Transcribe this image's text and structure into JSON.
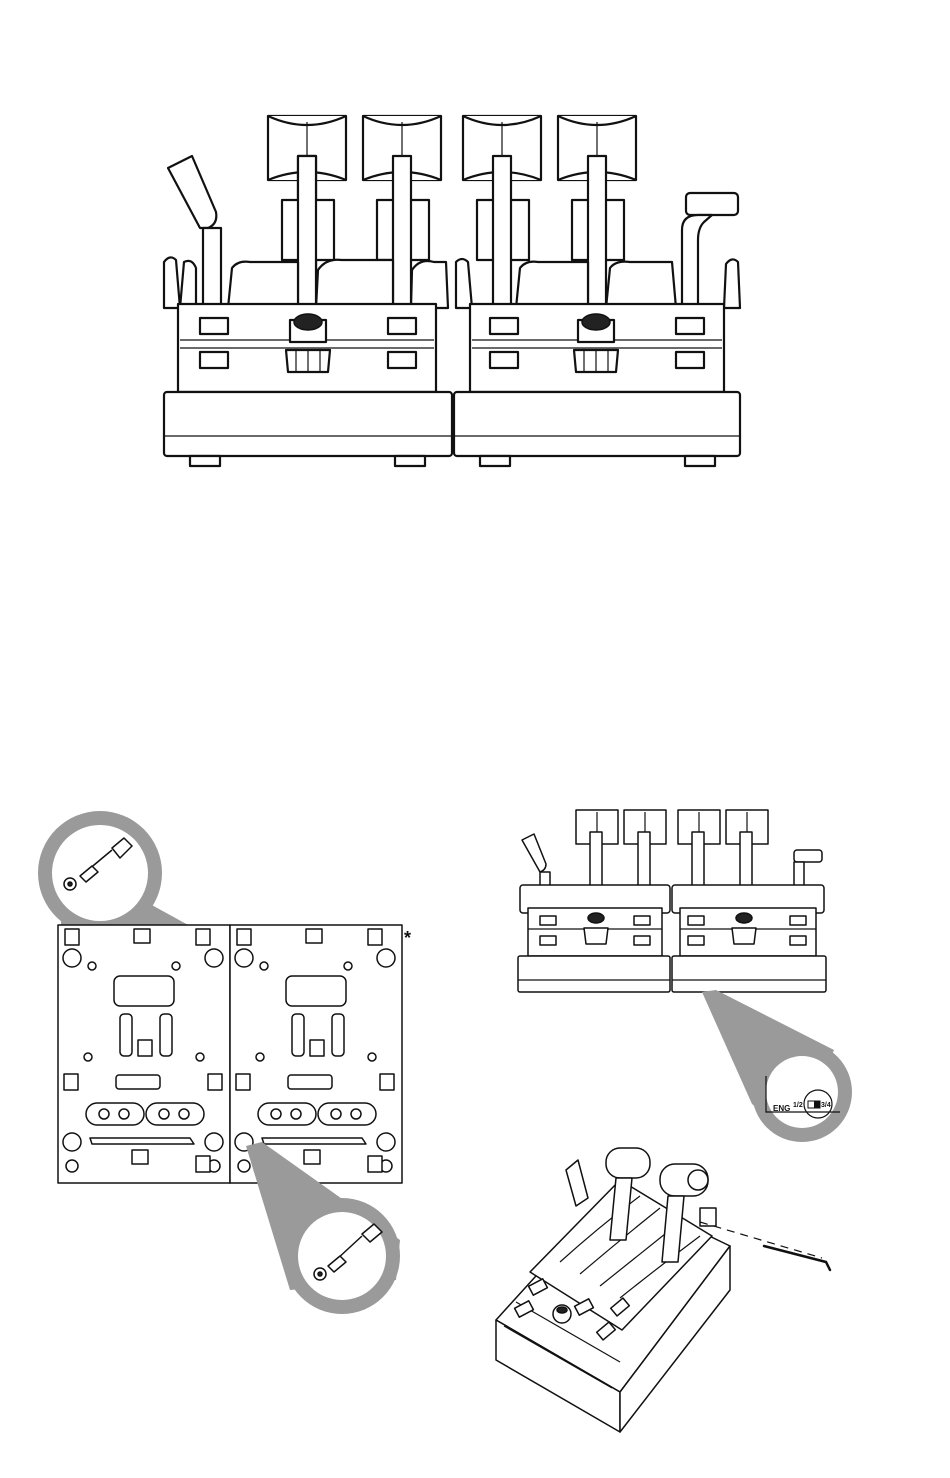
{
  "figure": {
    "asterisk": "*",
    "switch_labels": {
      "eng": "ENG",
      "left": "1/2",
      "right": "3/4"
    }
  }
}
